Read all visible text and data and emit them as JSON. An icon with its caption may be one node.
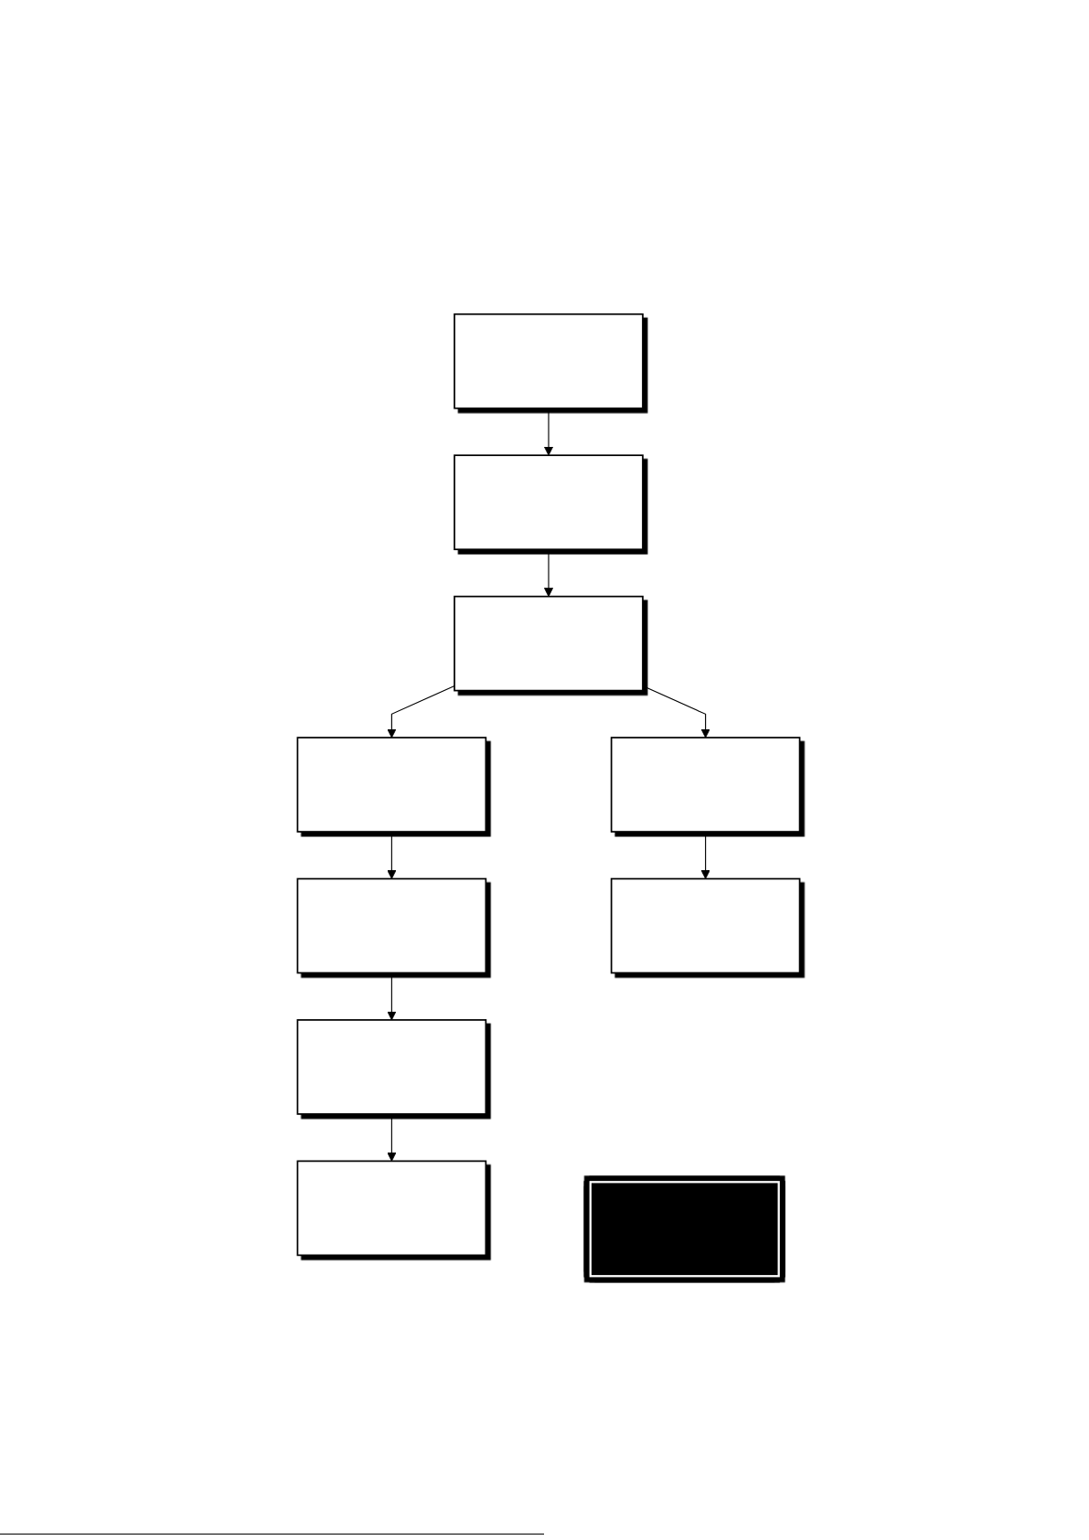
{
  "diagram": {
    "nodes": [
      {
        "text": [],
        "shape": "box"
      },
      {
        "text": [],
        "shape": "box"
      },
      {
        "text": [],
        "shape": "box"
      },
      {
        "text": [],
        "shape": "box"
      },
      {
        "text": [],
        "shape": "box"
      },
      {
        "text": [],
        "shape": "box"
      },
      {
        "text": [],
        "shape": "box"
      },
      {
        "text": [],
        "shape": "box"
      },
      {
        "text": [],
        "shape": "box"
      },
      {
        "text": [],
        "shape": "box"
      }
    ],
    "edges": [
      {
        "from": 0,
        "to": 1,
        "arrow": "to"
      },
      {
        "from": 1,
        "to": 2,
        "arrow": "to"
      },
      {
        "from": 2,
        "to": 3,
        "arrow": "to"
      },
      {
        "from": 2,
        "to": 4,
        "arrow": "to"
      },
      {
        "from": 3,
        "to": 5,
        "arrow": "to"
      },
      {
        "from": 4,
        "to": 6,
        "arrow": "to"
      },
      {
        "from": 5,
        "to": 7,
        "arrow": "to"
      },
      {
        "from": 7,
        "to": 8,
        "arrow": "to"
      }
    ]
  }
}
